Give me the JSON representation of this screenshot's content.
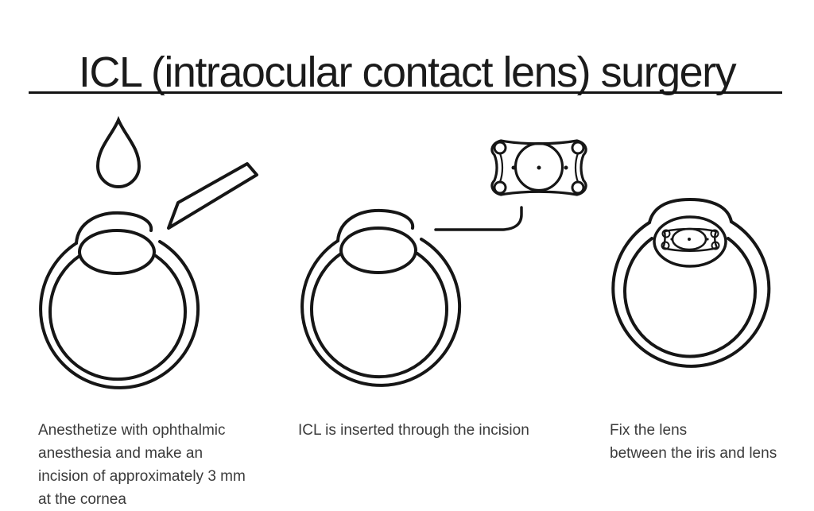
{
  "page": {
    "title": "ICL (intraocular contact lens) surgery",
    "background_color": "#ffffff",
    "ink_color": "#161616",
    "caption_color": "#3b3b3b"
  },
  "steps": [
    {
      "name": "anesthesia-and-incision",
      "icons": [
        "droplet-icon",
        "scalpel-icon",
        "eye-diagram-icon"
      ],
      "caption_lines": [
        "Anesthetize with ophthalmic",
        "anesthesia and make an",
        "incision of approximately 3 mm",
        "at the cornea"
      ]
    },
    {
      "name": "icl-insertion",
      "icons": [
        "icl-lens-top-view-icon",
        "insertion-guide-line-icon",
        "eye-diagram-icon"
      ],
      "caption_lines": [
        "ICL is inserted through the incision"
      ]
    },
    {
      "name": "fix-lens",
      "icons": [
        "eye-diagram-icon",
        "implanted-icl-icon"
      ],
      "caption_lines": [
        "Fix the lens",
        "between the iris and lens"
      ]
    }
  ]
}
